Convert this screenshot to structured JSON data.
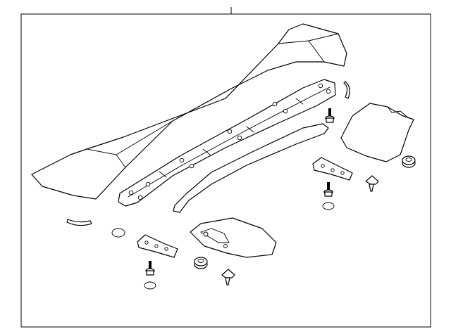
{
  "diagram": {
    "parts": [
      {
        "name": "spoiler-body",
        "icon": "rear-spoiler-shape"
      },
      {
        "name": "spoiler-base-plate",
        "icon": "mounting-plate-shape"
      },
      {
        "name": "spoiler-seal",
        "icon": "seal-strip-shape"
      },
      {
        "name": "end-cap-right",
        "icon": "end-cap-shape"
      },
      {
        "name": "end-cap-left",
        "icon": "end-cap-shape"
      },
      {
        "name": "mounting-bracket",
        "icon": "bracket-shape"
      },
      {
        "name": "bolt",
        "icon": "bolt-shape"
      },
      {
        "name": "washer",
        "icon": "washer-shape"
      },
      {
        "name": "grommet",
        "icon": "grommet-shape"
      },
      {
        "name": "clip",
        "icon": "clip-shape"
      },
      {
        "name": "seal-arc",
        "icon": "arc-seal-shape"
      }
    ],
    "colors": {
      "line": "#000000",
      "background": "#ffffff"
    }
  }
}
